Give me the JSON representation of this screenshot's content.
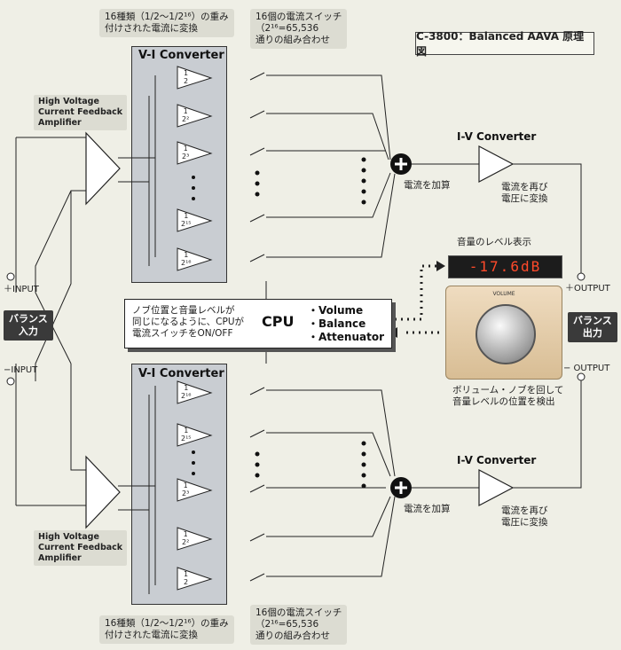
{
  "title": "C-3800：Balanced AAVA 原理図",
  "top_note_weights": [
    "16種類（1/2〜1/2¹⁶）の重み",
    "付けされた電流に変換"
  ],
  "top_note_switches": [
    "16個の電流スイッチ",
    "（2¹⁶=65,536",
    "通りの組み合わせ"
  ],
  "bottom_note_weights": [
    "16種類（1/2〜1/2¹⁶）の重み",
    "付けされた電流に変換"
  ],
  "bottom_note_switches": [
    "16個の電流スイッチ",
    "（2¹⁶=65,536",
    "通りの組み合わせ"
  ],
  "vi_converter_label": "V-I Converter",
  "iv_converter_label": "I-V Converter",
  "amp_label": [
    "High Voltage",
    "Current Feedback",
    "Amplifier"
  ],
  "top_fractions": [
    [
      "1",
      "2"
    ],
    [
      "1",
      "2²"
    ],
    [
      "1",
      "2³"
    ],
    [
      "1",
      "2¹⁵"
    ],
    [
      "1",
      "2¹⁶"
    ]
  ],
  "bottom_fractions": [
    [
      "1",
      "2¹⁶"
    ],
    [
      "1",
      "2¹⁵"
    ],
    [
      "1",
      "2³"
    ],
    [
      "1",
      "2²"
    ],
    [
      "1",
      "2"
    ]
  ],
  "sum_label": "電流を加算",
  "reconvert_label": [
    "電流を再び",
    "電圧に変換"
  ],
  "plus_input": "＋INPUT",
  "minus_input": "−INPUT",
  "plus_output": "＋OUTPUT",
  "minus_output": "− OUTPUT",
  "balance_in": [
    "バランス",
    "入力"
  ],
  "balance_out": [
    "バランス",
    "出力"
  ],
  "cpu": {
    "label": "CPU",
    "description": [
      "ノブ位置と音量レベルが",
      "同じになるように、CPUが",
      "電流スイッチをON/OFF"
    ],
    "items": [
      "・Volume",
      "・Balance",
      "・Attenuator"
    ]
  },
  "level_display_label": "音量のレベル表示",
  "level_display_value": "-17.6dB",
  "knob_title": "VOLUME",
  "knob_caption": [
    "ボリューム・ノブを回して",
    "音量レベルの位置を検出"
  ],
  "colors": {
    "background": "#efefe6",
    "converter": "#c9cdd2",
    "display_text": "#ff4a2a"
  }
}
